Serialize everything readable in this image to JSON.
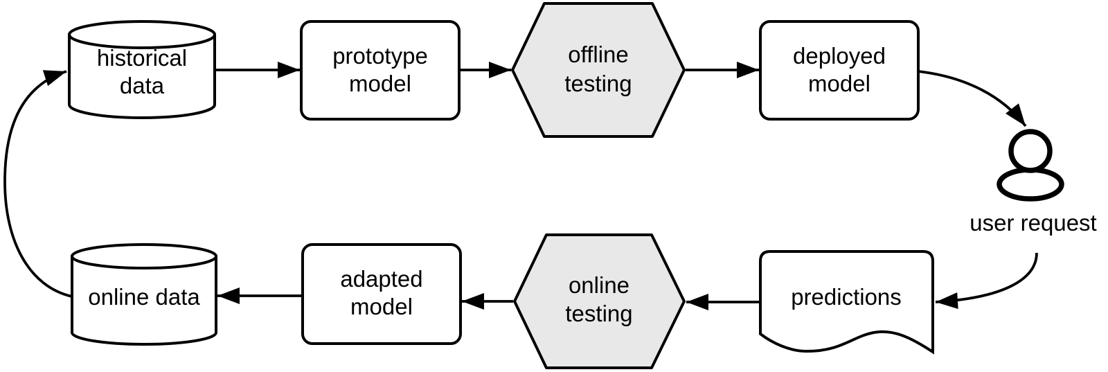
{
  "diagram": {
    "type": "flowchart",
    "colors": {
      "stroke": "#000000",
      "background": "#ffffff",
      "node_fill": "#ffffff",
      "hexagon_fill": "#e8e8e8"
    },
    "nodes": {
      "historical_data": {
        "shape": "cylinder",
        "line1": "historical",
        "line2": "data"
      },
      "prototype_model": {
        "shape": "rounded-rectangle",
        "line1": "prototype",
        "line2": "model"
      },
      "offline_testing": {
        "shape": "hexagon",
        "line1": "offline",
        "line2": "testing"
      },
      "deployed_model": {
        "shape": "rounded-rectangle",
        "line1": "deployed",
        "line2": "model"
      },
      "user_request": {
        "shape": "person-icon",
        "label": "user request"
      },
      "predictions": {
        "shape": "document",
        "label": "predictions"
      },
      "online_testing": {
        "shape": "hexagon",
        "line1": "online",
        "line2": "testing"
      },
      "adapted_model": {
        "shape": "rounded-rectangle",
        "line1": "adapted",
        "line2": "model"
      },
      "online_data": {
        "shape": "cylinder",
        "label": "online data"
      }
    },
    "edges": [
      {
        "from": "historical data",
        "to": "prototype model"
      },
      {
        "from": "prototype model",
        "to": "offline testing"
      },
      {
        "from": "offline testing",
        "to": "deployed model"
      },
      {
        "from": "deployed model",
        "to": "user request"
      },
      {
        "from": "user request",
        "to": "predictions"
      },
      {
        "from": "predictions",
        "to": "online testing"
      },
      {
        "from": "online testing",
        "to": "adapted model"
      },
      {
        "from": "adapted model",
        "to": "online data"
      },
      {
        "from": "online data",
        "to": "historical data"
      }
    ]
  }
}
